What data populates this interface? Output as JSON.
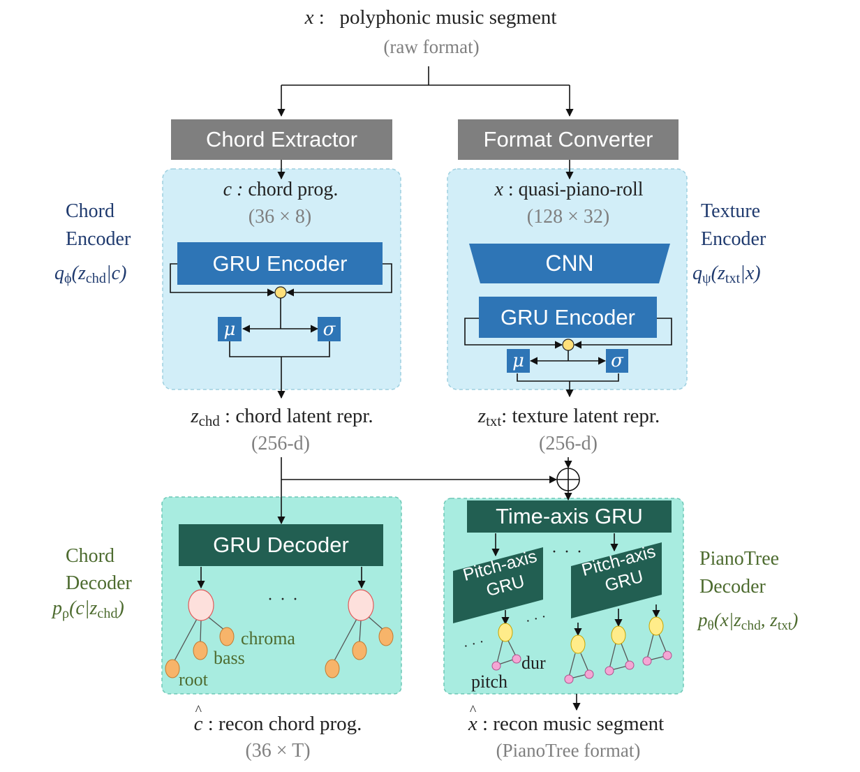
{
  "input": {
    "symbol": "x",
    "label": "polyphonic music segment",
    "format": "(raw format)"
  },
  "chord_extractor": {
    "label": "Chord Extractor"
  },
  "format_converter": {
    "label": "Format Converter"
  },
  "chord_encoder": {
    "title_line1": "Chord",
    "title_line2": "Encoder",
    "formula_prefix": "q",
    "formula_sub": "ϕ",
    "formula_mid": "(z",
    "formula_sub2": "chd",
    "formula_end": "|c)",
    "input_symbol": "c :",
    "input_label": "chord prog.",
    "input_dims": "(36 × 8)",
    "gru_label": "GRU Encoder",
    "mu": "μ",
    "sigma": "σ"
  },
  "texture_encoder": {
    "title_line1": "Texture",
    "title_line2": "Encoder",
    "formula_prefix": "q",
    "formula_sub": "ψ",
    "formula_mid": "(z",
    "formula_sub2": "txt",
    "formula_end": "|x)",
    "input_symbol": "x",
    "input_label": ": quasi-piano-roll",
    "input_dims": "(128 × 32)",
    "cnn_label": "CNN",
    "gru_label": "GRU Encoder",
    "mu": "μ",
    "sigma": "σ"
  },
  "chord_latent": {
    "symbol": "z",
    "sub": "chd",
    "label": " : chord latent repr.",
    "dims": "(256-d)"
  },
  "texture_latent": {
    "symbol": "z",
    "sub": "txt",
    "label": ": texture latent repr.",
    "dims": "(256-d)"
  },
  "concat_symbol": "⊕",
  "chord_decoder": {
    "title_line1": "Chord",
    "title_line2": "Decoder",
    "formula_prefix": "p",
    "formula_sub": "ρ",
    "formula_mid": "(c|z",
    "formula_sub2": "chd",
    "formula_end": ")",
    "gru_label": "GRU Decoder",
    "ellipsis": "· · ·",
    "tree_labels": {
      "chroma": "chroma",
      "bass": "bass",
      "root": "root"
    }
  },
  "pianotree_decoder": {
    "title_line1": "PianoTree",
    "title_line2": "Decoder",
    "formula_prefix": "p",
    "formula_sub": "θ",
    "formula_mid": "(x|z",
    "formula_sub2": "chd",
    "formula_mid2": ", z",
    "formula_sub3": "txt",
    "formula_end": ")",
    "time_gru_label": "Time-axis GRU",
    "pitch_gru_line1": "Pitch-axis",
    "pitch_gru_line2": "GRU",
    "ellipsis": "· · ·",
    "tree_labels": {
      "dur": "dur",
      "pitch": "pitch"
    }
  },
  "chord_output": {
    "symbol": "c",
    "label": " : recon chord prog.",
    "dims": "(36 × T)"
  },
  "music_output": {
    "symbol": "x",
    "label": " : recon music segment",
    "format": "(PianoTree format)"
  }
}
